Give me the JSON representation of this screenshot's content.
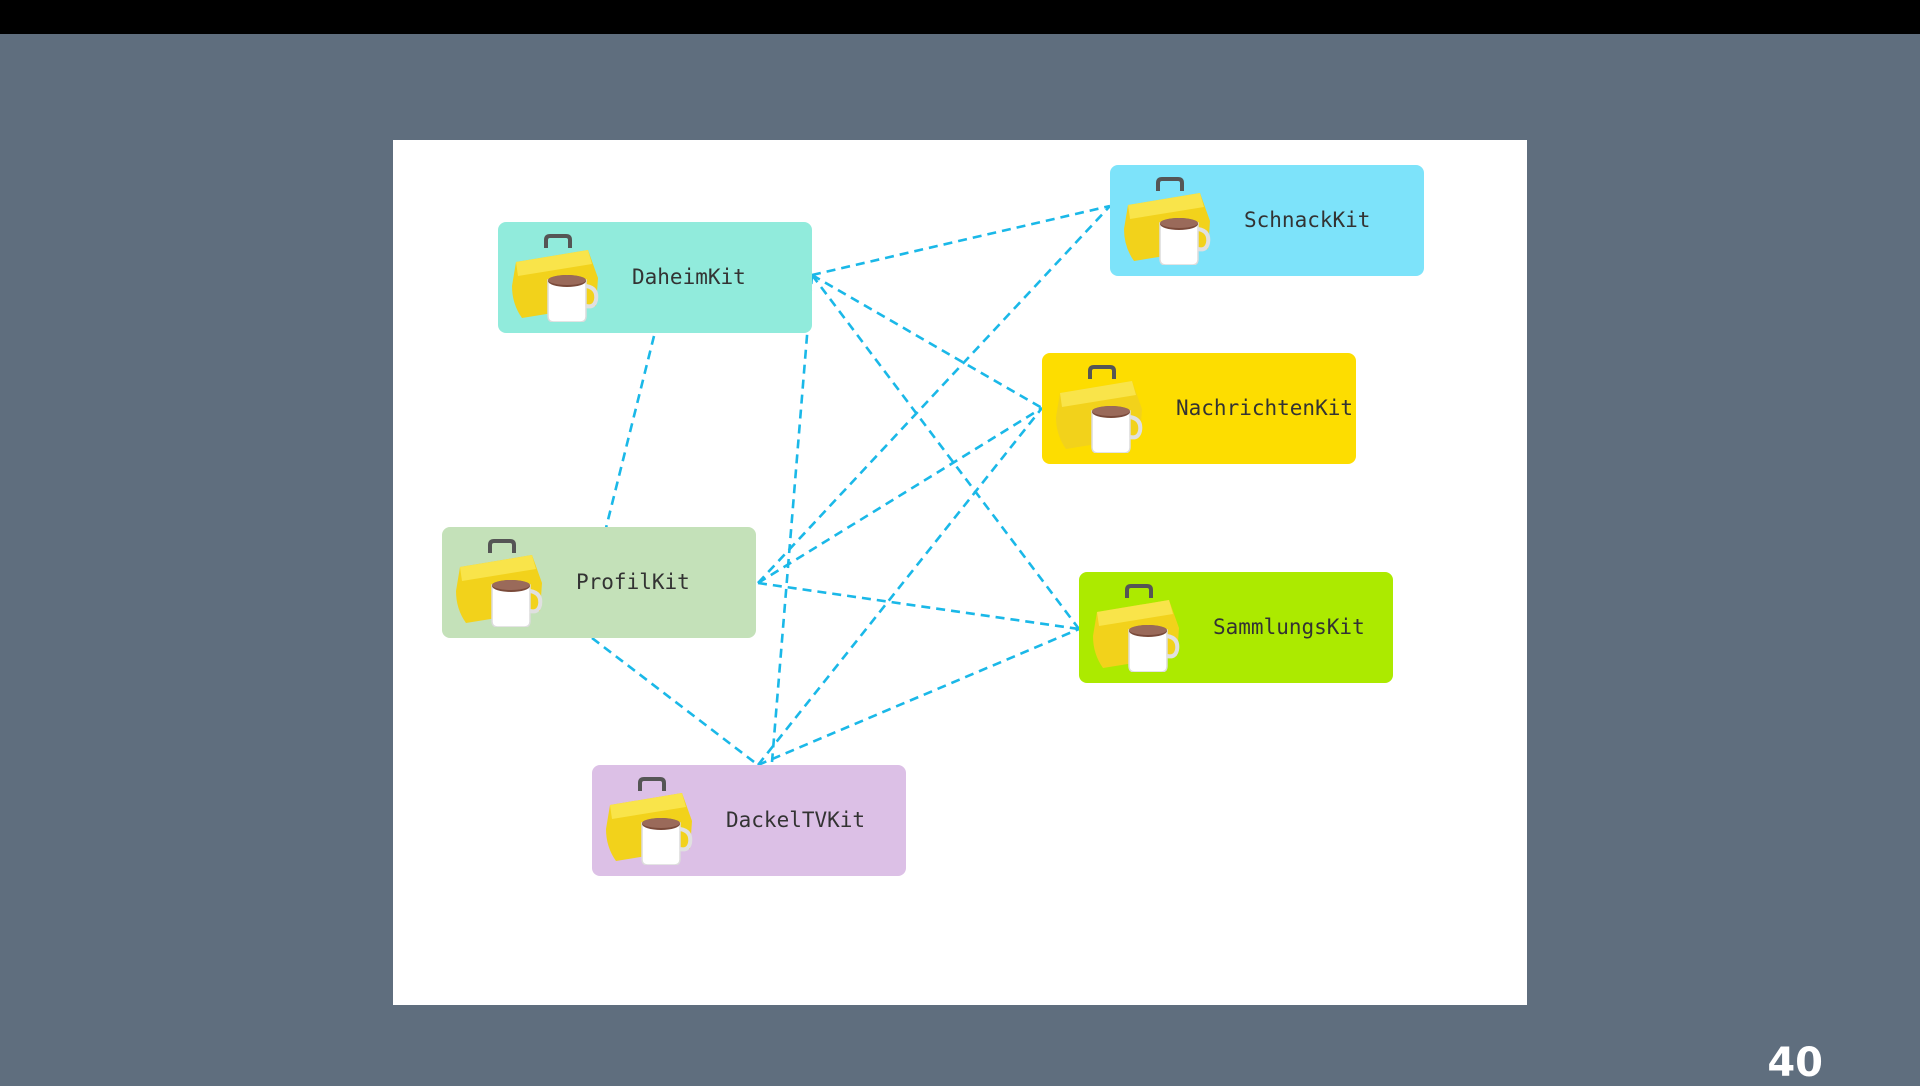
{
  "slide": {
    "page_number": "40"
  },
  "nodes": [
    {
      "id": "daheim",
      "label": "DaheimKit",
      "color": "#91ebdc",
      "icon": "toolbox-coffee-icon"
    },
    {
      "id": "schnack",
      "label": "SchnackKit",
      "color": "#7de3fa",
      "icon": "toolbox-coffee-icon"
    },
    {
      "id": "nachrichten",
      "label": "NachrichtenKit",
      "color": "#fddd00",
      "icon": "toolbox-coffee-icon"
    },
    {
      "id": "profil",
      "label": "ProfilKit",
      "color": "#c4e1b9",
      "icon": "toolbox-coffee-icon"
    },
    {
      "id": "sammlungs",
      "label": "SammlungsKit",
      "color": "#acea00",
      "icon": "toolbox-coffee-icon"
    },
    {
      "id": "dackeltv",
      "label": "DackelTVKit",
      "color": "#dcc0e6",
      "icon": "toolbox-coffee-icon"
    }
  ],
  "edges": [
    [
      "daheim",
      "schnack"
    ],
    [
      "daheim",
      "nachrichten"
    ],
    [
      "daheim",
      "sammlungs"
    ],
    [
      "daheim",
      "profil"
    ],
    [
      "daheim",
      "dackeltv"
    ],
    [
      "profil",
      "schnack"
    ],
    [
      "profil",
      "nachrichten"
    ],
    [
      "profil",
      "sammlungs"
    ],
    [
      "profil",
      "dackeltv"
    ],
    [
      "dackeltv",
      "nachrichten"
    ],
    [
      "dackeltv",
      "sammlungs"
    ]
  ],
  "edge_style": {
    "color": "#1ab8e8",
    "dashed": true
  }
}
